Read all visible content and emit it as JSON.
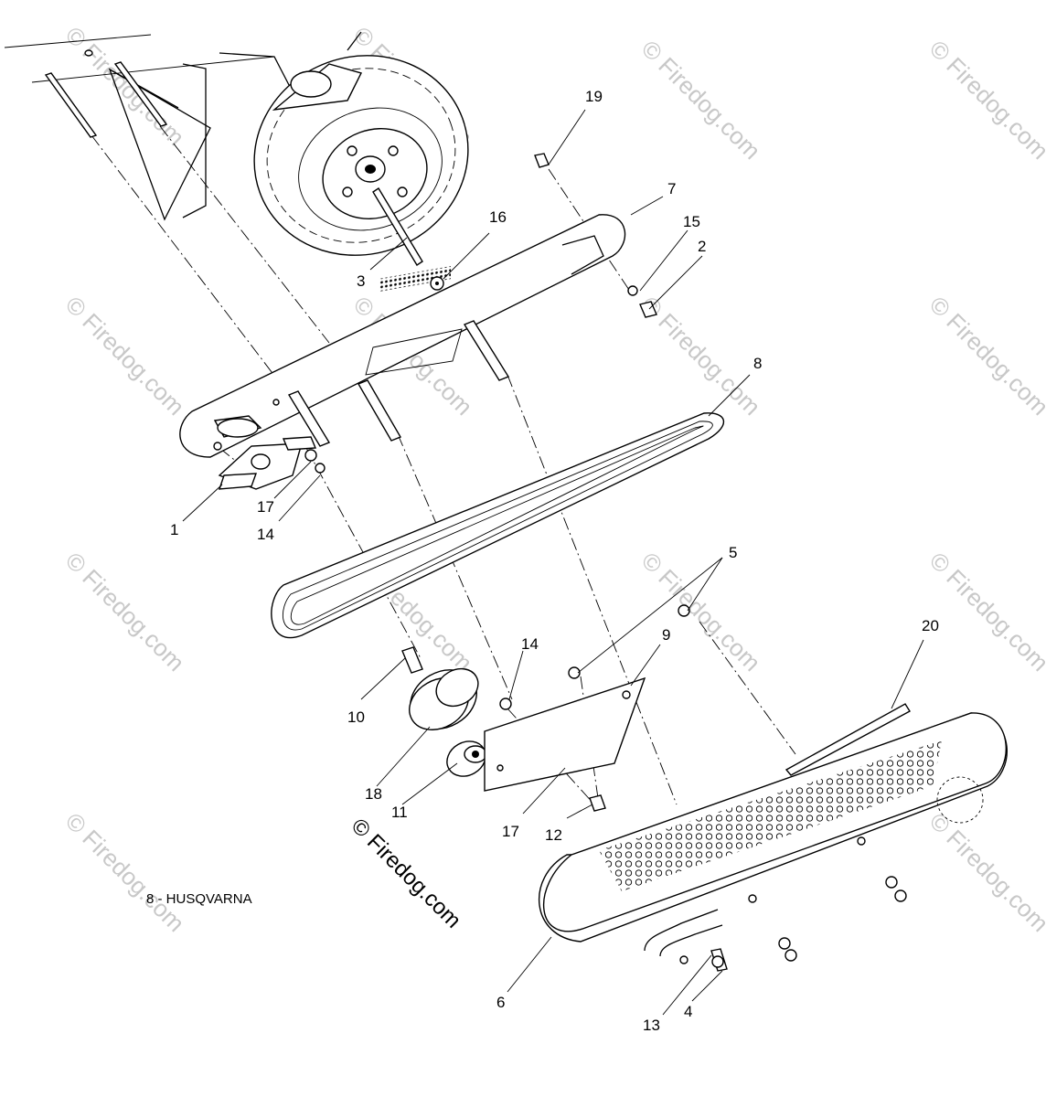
{
  "diagram": {
    "part_labels": [
      "1",
      "2",
      "3",
      "4",
      "5",
      "6",
      "7",
      "8",
      "9",
      "10",
      "11",
      "12",
      "13",
      "14",
      "14",
      "15",
      "16",
      "17",
      "17",
      "18",
      "19",
      "20"
    ],
    "caption": "8 - HUSQVARNA",
    "watermark": "© Firedog.com",
    "watermark_small": "© Firedog.com"
  }
}
